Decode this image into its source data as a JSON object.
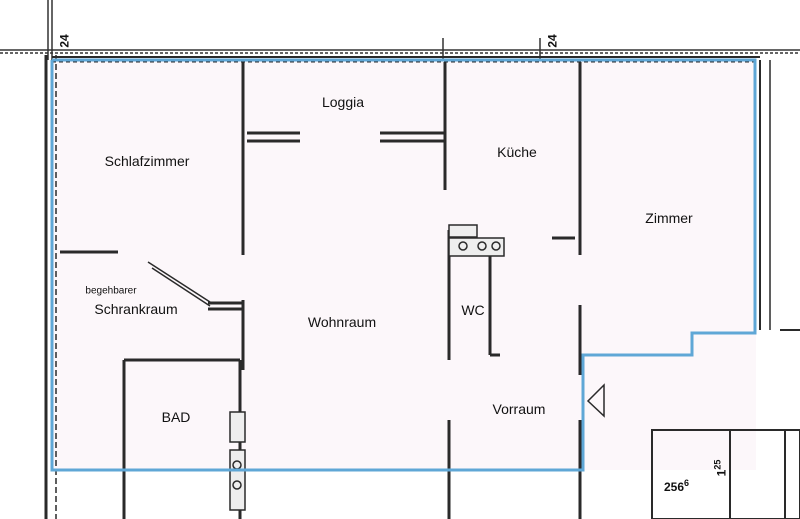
{
  "rooms": {
    "loggia": "Loggia",
    "schlafzimmer": "Schlafzimmer",
    "kueche": "Küche",
    "zimmer": "Zimmer",
    "begehbarer": "begehbarer",
    "schrankraum": "Schrankraum",
    "wc": "WC",
    "wohnraum": "Wohnraum",
    "bad": "BAD",
    "vorraum": "Vorraum"
  },
  "dimensions": {
    "top_left": "24",
    "top_mid": "24",
    "bottom_a": "256",
    "bottom_a_sup": "6",
    "bottom_b": "1",
    "bottom_b2": "25"
  },
  "colors": {
    "outline": "#5fa7d6",
    "wall": "#2a2a2a",
    "background": "#ffffff"
  }
}
